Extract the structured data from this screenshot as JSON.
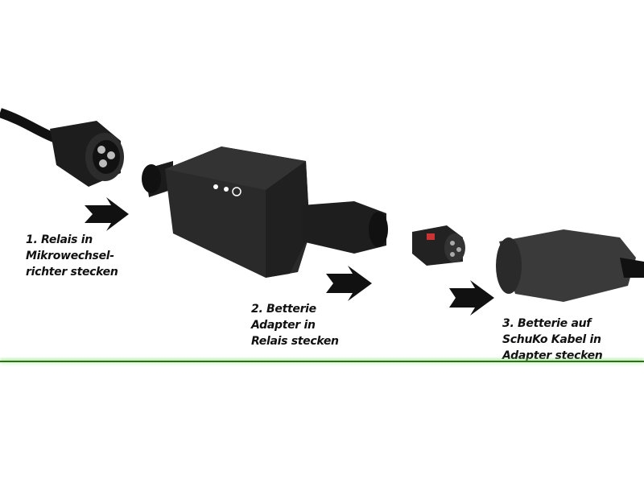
{
  "steps": [
    {
      "lines": [
        "1. Relais in",
        "Mikrowechsel-",
        "richter stecken"
      ]
    },
    {
      "lines": [
        "2. Betterie",
        "Adapter in",
        "Relais stecken"
      ]
    },
    {
      "lines": [
        "3. Betterie auf",
        "SchuKo Kabel in",
        "Adapter stecken"
      ]
    }
  ],
  "colors": {
    "divider": "#2f6e1a",
    "device": "#2a2a2a",
    "arrow": "#111111"
  }
}
